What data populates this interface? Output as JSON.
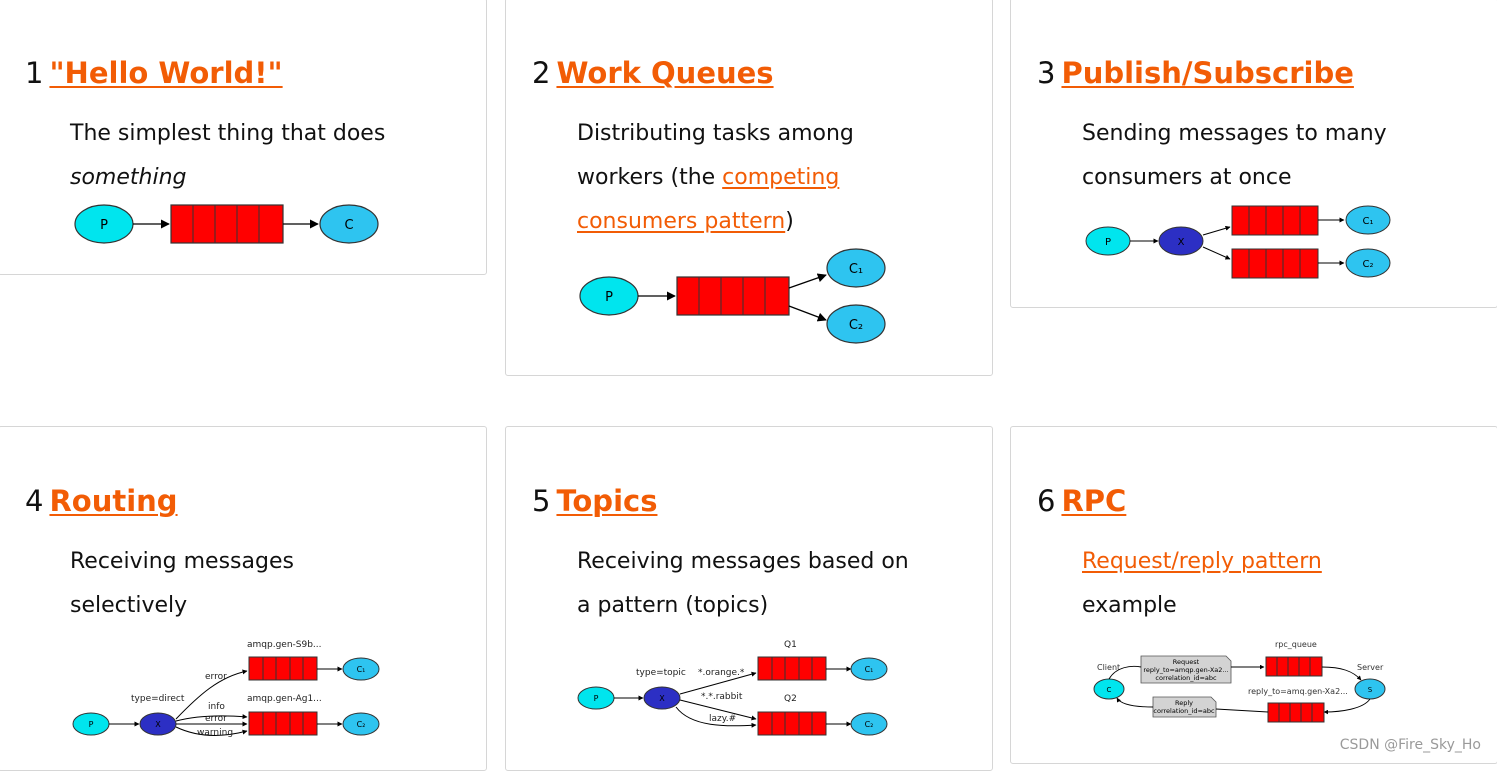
{
  "colors": {
    "accent": "#f25c05",
    "producer": "#00e5ee",
    "consumer": "#2ec4f0",
    "exchange": "#2c2fc4",
    "queue": "#ff0000"
  },
  "cards": [
    {
      "num": "1",
      "title": "\"Hello World!\"",
      "desc": "The simplest thing that does",
      "desc_em": "something",
      "diagram": {
        "producer": "P",
        "consumer": "C"
      }
    },
    {
      "num": "2",
      "title": "Work Queues",
      "desc_pre": "Distributing tasks among workers (the ",
      "desc_link": "competing consumers pattern",
      "desc_post": ")",
      "diagram": {
        "producer": "P",
        "consumer1": "C₁",
        "consumer2": "C₂"
      }
    },
    {
      "num": "3",
      "title": "Publish/Subscribe",
      "desc": "Sending messages to many consumers at once",
      "diagram": {
        "producer": "P",
        "exchange": "X",
        "consumer1": "C₁",
        "consumer2": "C₂"
      }
    },
    {
      "num": "4",
      "title": "Routing",
      "desc": "Receiving messages selectively",
      "diagram": {
        "producer": "P",
        "exchange": "X",
        "exchange_label": "type=direct",
        "queue1_label": "amqp.gen-S9b...",
        "queue2_label": "amqp.gen-Ag1...",
        "binding_error1": "error",
        "binding_info": "info",
        "binding_error2": "error",
        "binding_warning": "warning",
        "consumer1": "C₁",
        "consumer2": "C₂"
      }
    },
    {
      "num": "5",
      "title": "Topics",
      "desc": "Receiving messages based on a pattern (topics)",
      "diagram": {
        "producer": "P",
        "exchange": "X",
        "exchange_label": "type=topic",
        "queue1_label": "Q1",
        "queue2_label": "Q2",
        "binding1": "*.orange.*",
        "binding2": "*.*.rabbit",
        "binding3": "lazy.#",
        "consumer1": "C₁",
        "consumer2": "C₂"
      }
    },
    {
      "num": "6",
      "title": "RPC",
      "desc_link": "Request/reply pattern",
      "desc_post": "example",
      "diagram": {
        "client_label": "Client",
        "client": "C",
        "server_label": "Server",
        "server": "S",
        "request_title": "Request",
        "request_line1": "reply_to=amqp.gen-Xa2...",
        "request_line2": "correlation_id=abc",
        "reply_title": "Reply",
        "reply_line1": "correlation_id=abc",
        "rpc_queue_label": "rpc_queue",
        "reply_queue_label": "reply_to=amq.gen-Xa2..."
      }
    }
  ],
  "watermark": "CSDN @Fire_Sky_Ho"
}
